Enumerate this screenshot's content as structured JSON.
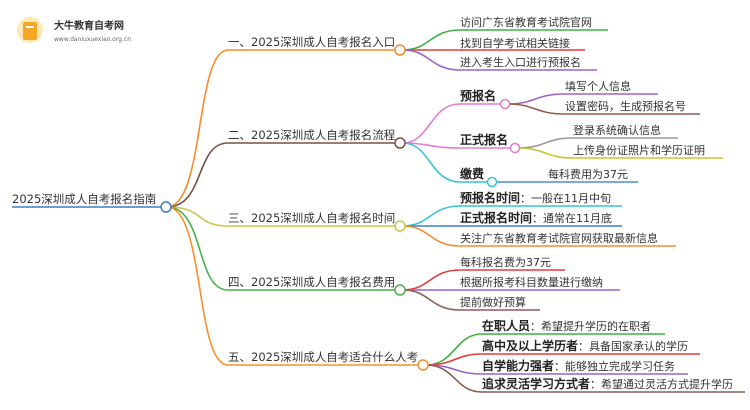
{
  "logo": {
    "name": "大牛教育自考网",
    "url": "www.daniuxuexiao.org.cn"
  },
  "root": {
    "label": "2025深圳成人自考报名指南",
    "color": "#3d7fc1"
  },
  "branches": [
    {
      "label": "一、2025深圳成人自考报名入口",
      "children": [
        "访问广东省教育考试院官网",
        "找到自学考试相关链接",
        "进入考生入口进行预报名"
      ]
    },
    {
      "label": "二、2025深圳成人自考报名流程",
      "children": [
        {
          "label": "预报名",
          "children": [
            "填写个人信息",
            "设置密码，生成预报名号"
          ]
        },
        {
          "label": "正式报名",
          "children": [
            "登录系统确认信息",
            "上传身份证照片和学历证明"
          ]
        },
        {
          "label": "缴费",
          "children": [
            "每科费用为37元"
          ]
        }
      ]
    },
    {
      "label": "三、2025深圳成人自考报名时间",
      "children": [
        {
          "bold": "预报名时间",
          "text": "：一般在11月中旬"
        },
        {
          "bold": "正式报名时间",
          "text": "：通常在11月底"
        },
        {
          "text": "关注广东省教育考试院官网获取最新信息"
        }
      ]
    },
    {
      "label": "四、2025深圳成人自考报名费用",
      "children": [
        "每科报名费为37元",
        "根据所报考科目数量进行缴纳",
        "提前做好预算"
      ]
    },
    {
      "label": "五、2025深圳成人自考适合什么人考",
      "children": [
        {
          "bold": "在职人员",
          "text": "：希望提升学历的在职者"
        },
        {
          "bold": "高中及以上学历者",
          "text": "：具备国家承认的学历"
        },
        {
          "bold": "自学能力强者",
          "text": "：能够独立完成学习任务"
        },
        {
          "bold": "追求灵活学习方式者",
          "text": "：希望通过灵活方式提升学历"
        }
      ]
    }
  ]
}
